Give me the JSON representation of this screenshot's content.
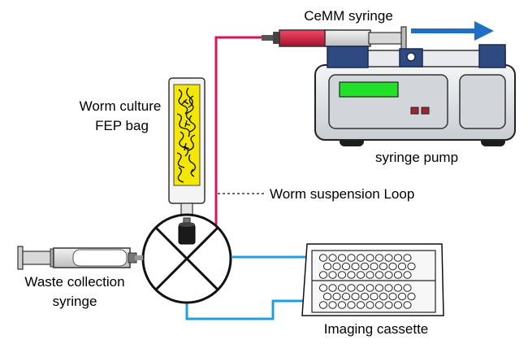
{
  "labels": {
    "cemm_syringe": "CeMM syringe",
    "syringe_pump": "syringe pump",
    "worm_culture_line1": "Worm culture",
    "worm_culture_line2": "FEP bag",
    "worm_suspension_loop": "Worm suspension Loop",
    "waste_line1": "Waste collection",
    "waste_line2": "syringe",
    "imaging_cassette": "Imaging cassette"
  },
  "colors": {
    "tubing_pink": "#e0105a",
    "tubing_blue": "#1ea0dc",
    "arrow_blue": "#1f6fc4",
    "pump_body": "#e4e6ea",
    "pump_bracket": "#2e4a80",
    "pump_display": "#22e02a",
    "pump_buttons": "#a0262e",
    "bag_yellow": "#f4e800",
    "syringe_red": "#d8183a"
  },
  "icons": {
    "valve": "four-way-valve-icon",
    "pump": "syringe-pump-icon",
    "bag": "fep-bag-icon",
    "cassette": "well-plate-cassette-icon",
    "flow_arrow": "flow-direction-arrow-icon"
  },
  "cassette": {
    "rows_per_half": 3,
    "wells_per_row": 10
  }
}
